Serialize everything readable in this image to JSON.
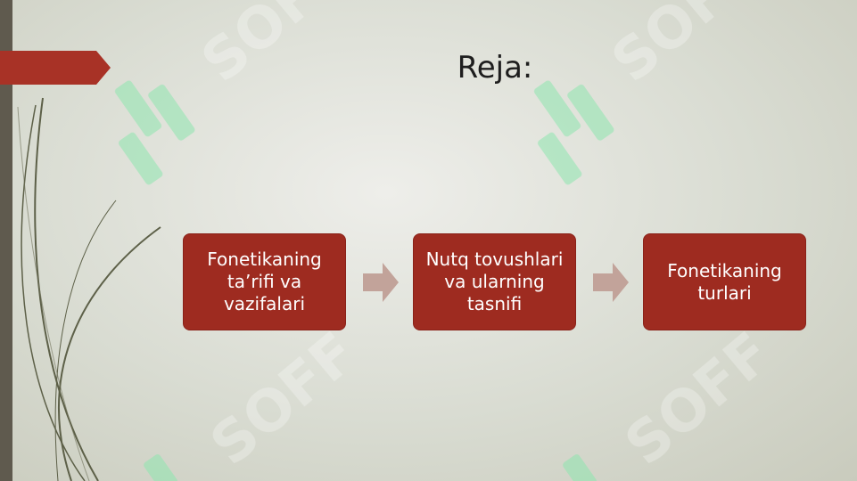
{
  "slide": {
    "title": "Reja:",
    "steps": [
      {
        "label": "Fonetikaning ta’rifi va vazifalari"
      },
      {
        "label": "Nutq tovushlari va ularning tasnifi"
      },
      {
        "label": "Fonetikaning turlari"
      }
    ]
  },
  "watermark": {
    "text": "SOFF",
    "icon": "soff-logo-icon"
  },
  "colors": {
    "box_fill": "#9e2b20",
    "accent_tab": "#a83226",
    "arrow": "#c2a39a",
    "left_bar": "#5f5a4e",
    "watermark": "#8fe6b0"
  }
}
